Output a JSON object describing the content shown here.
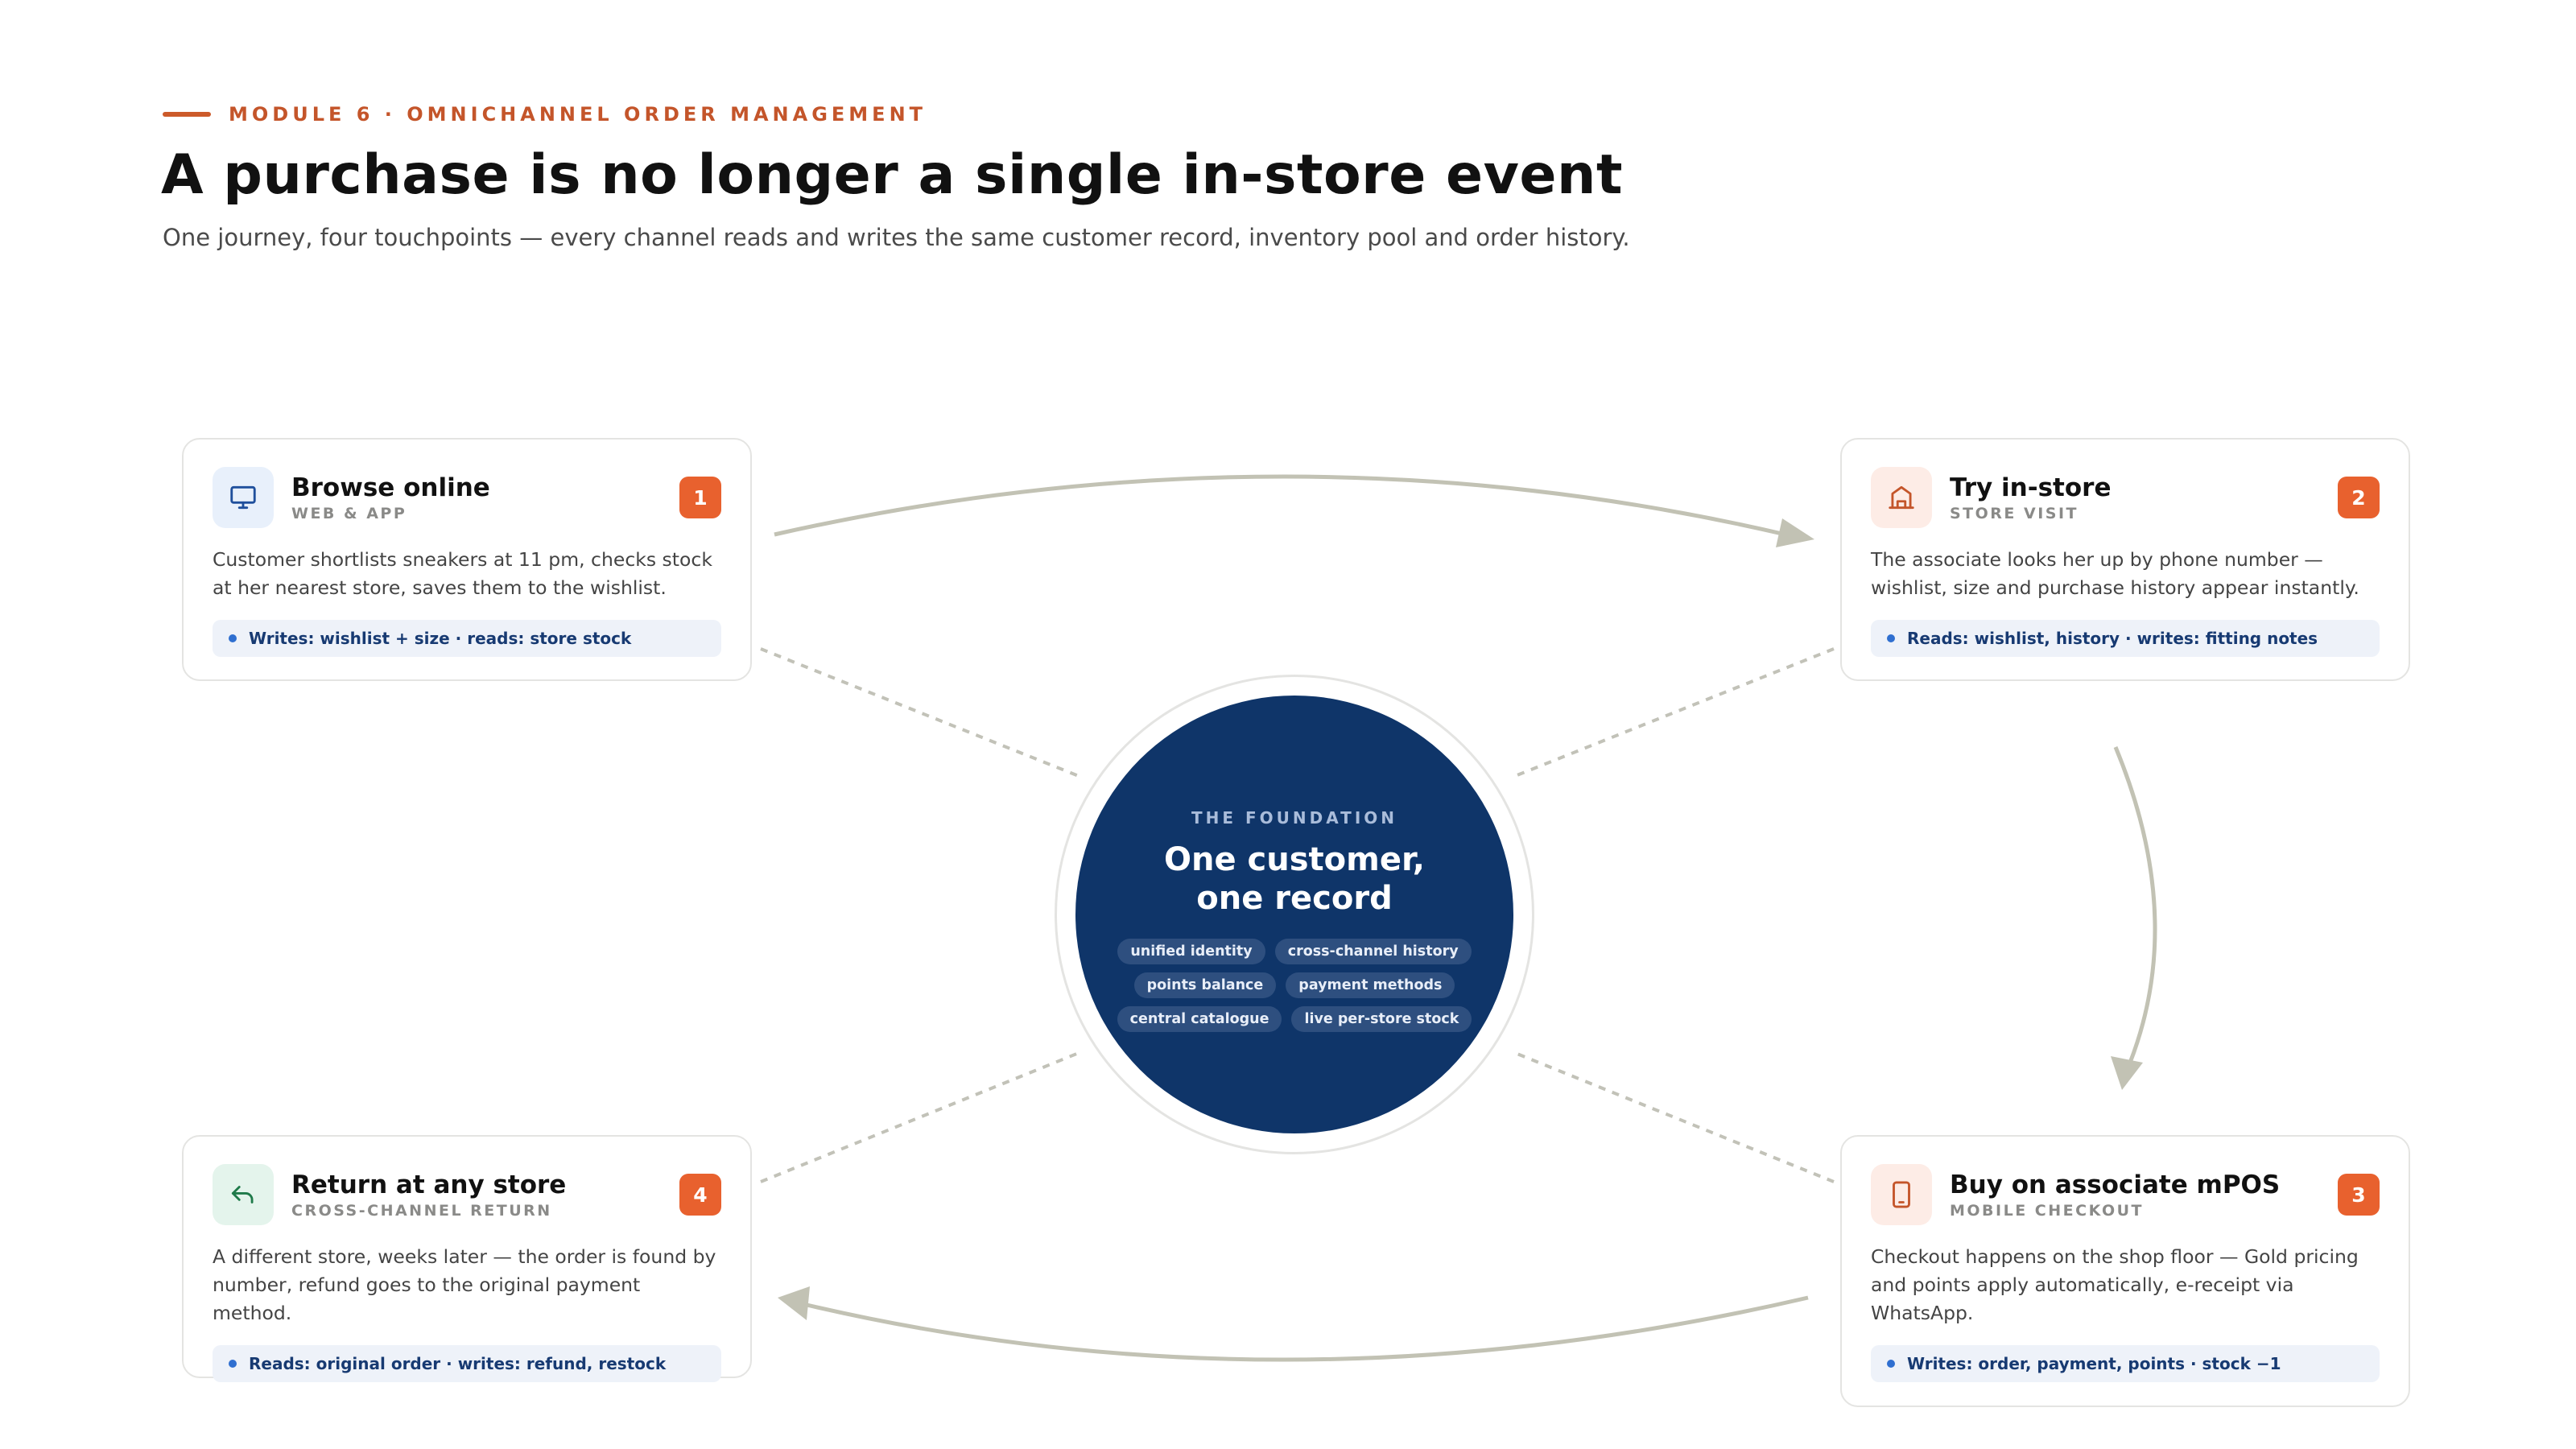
{
  "header": {
    "eyebrow": "MODULE 6 · OMNICHANNEL ORDER MANAGEMENT",
    "title": "A purchase is no longer a single in-store event",
    "subtitle": "One journey, four touchpoints — every channel reads and writes the same customer record, inventory pool and order history."
  },
  "hub": {
    "kicker": "THE FOUNDATION",
    "title_line1": "One customer,",
    "title_line2": "one record",
    "chips": [
      "unified identity",
      "cross-channel history",
      "points balance",
      "payment methods",
      "central catalogue",
      "live per-store stock"
    ]
  },
  "steps": [
    {
      "number": "1",
      "title": "Browse online",
      "tag": "WEB & APP",
      "icon": "monitor-icon",
      "description": "Customer shortlists sneakers at 11 pm, checks stock at her nearest store, saves them to the wishlist.",
      "note": "Writes: wishlist + size · reads: store stock"
    },
    {
      "number": "2",
      "title": "Try in-store",
      "tag": "STORE VISIT",
      "icon": "store-icon",
      "description": "The associate looks her up by phone number — wishlist, size and purchase history appear instantly.",
      "note": "Reads: wishlist, history · writes: fitting notes"
    },
    {
      "number": "3",
      "title": "Buy on associate mPOS",
      "tag": "MOBILE CHECKOUT",
      "icon": "phone-icon",
      "description": "Checkout happens on the shop floor — Gold pricing and points apply automatically, e-receipt via WhatsApp.",
      "note": "Writes: order, payment, points · stock −1"
    },
    {
      "number": "4",
      "title": "Return at any store",
      "tag": "CROSS-CHANNEL RETURN",
      "icon": "return-icon",
      "description": "A different store, weeks later — the order is found by number, refund goes to the original payment method.",
      "note": "Reads: original order · writes: refund, restock"
    }
  ],
  "colors": {
    "accent": "#e8612e",
    "eyebrow": "#c4552a",
    "hub": "#0f3569",
    "connector": "#c2c2b4",
    "note_text": "#173a72"
  }
}
